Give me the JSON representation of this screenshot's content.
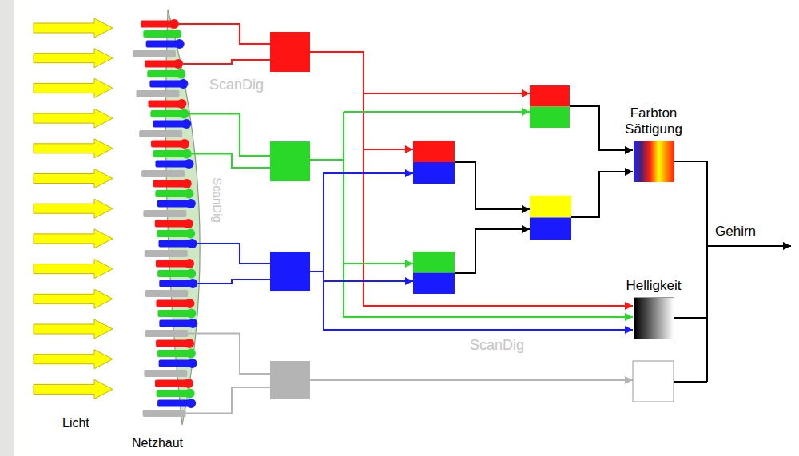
{
  "diagram": {
    "nodes": [
      {
        "text": [
          "Farbton Sättigung"
        ]
      },
      {
        "text": [
          "Helligkeit"
        ]
      }
    ],
    "labels": [
      "Licht",
      "Netzhaut",
      "Gehirn",
      "ScanDig",
      "ScanDig",
      "ScanDig"
    ]
  }
}
